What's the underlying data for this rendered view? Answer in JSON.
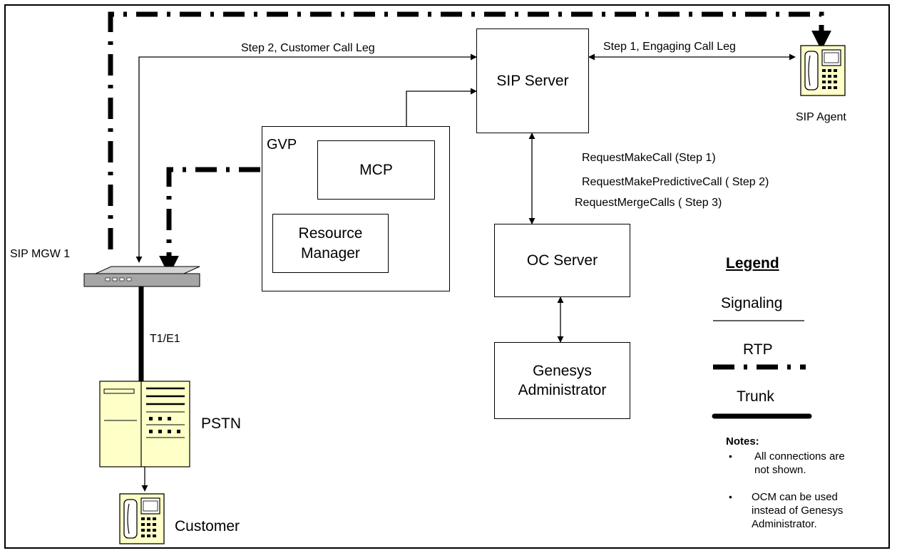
{
  "nodes": {
    "sip_server": "SIP Server",
    "sip_agent": "SIP Agent",
    "gvp": "GVP",
    "mcp": "MCP",
    "resource_manager": "Resource Manager",
    "oc_server": "OC Server",
    "genesys_admin": "Genesys Administrator",
    "sip_mgw": "SIP MGW 1",
    "pstn": "PSTN",
    "customer": "Customer"
  },
  "edges": {
    "step2": "Step 2, Customer Call Leg",
    "step1": "Step 1, Engaging Call Leg",
    "trunk_label": "T1/E1"
  },
  "requests": [
    "RequestMakeCall (Step 1)",
    "RequestMakePredictiveCall ( Step 2)",
    "RequestMergeCalls ( Step 3)"
  ],
  "legend": {
    "title": "Legend",
    "signaling": "Signaling",
    "rtp": "RTP",
    "trunk": "Trunk"
  },
  "notes": {
    "title": "Notes:",
    "items": [
      "All connections are not shown.",
      "OCM can be used instead of Genesys Administrator."
    ]
  },
  "colors": {
    "phone_fill": "#ffffc8",
    "pstn_fill": "#ffffc8",
    "gateway_fill": "#a6a6a6"
  }
}
